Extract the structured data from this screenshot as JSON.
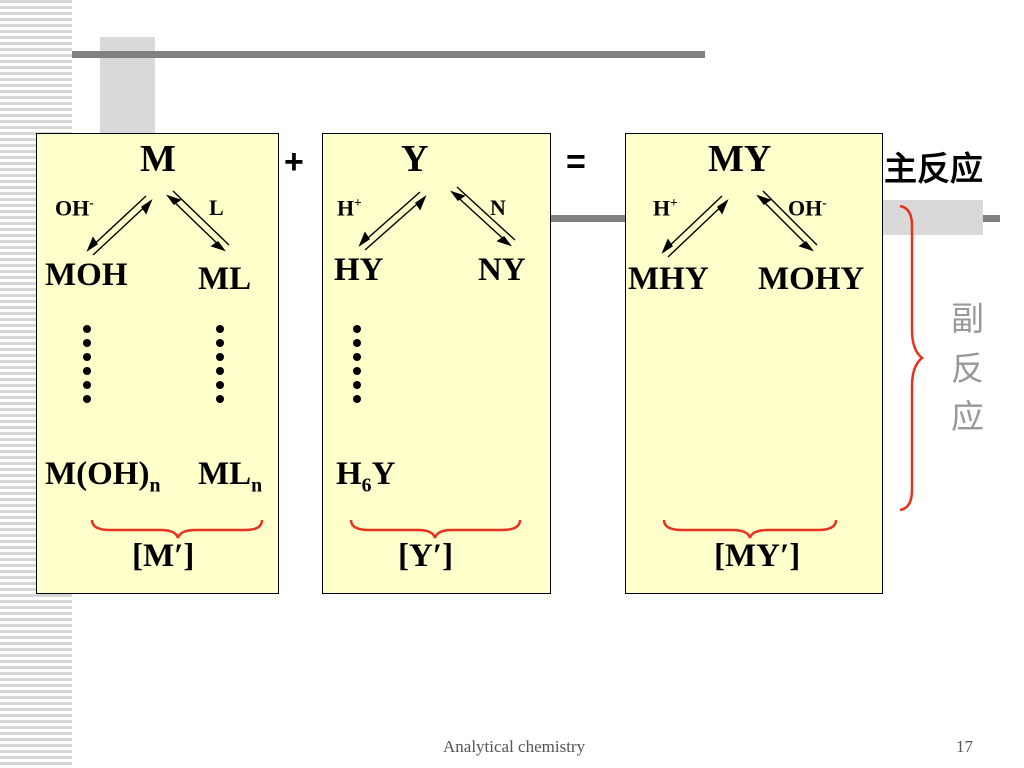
{
  "left_box": {
    "species": "M",
    "ligand_left": "OH",
    "ligand_left_sup": "-",
    "ligand_right": "L",
    "product_left": "MOH",
    "product_right": "ML",
    "end_left": "M(OH)",
    "end_left_sub": "n",
    "end_right": "ML",
    "end_right_sub": "n",
    "bracket_label": "[M′]"
  },
  "plus": "+",
  "middle_box": {
    "species": "Y",
    "ligand_left": "H",
    "ligand_left_sup": "+",
    "ligand_right": "N",
    "product_left": "HY",
    "product_right": "NY",
    "end_left": "H",
    "end_left_sub": "6",
    "end_left_tail": "Y",
    "bracket_label": "[Y′]"
  },
  "equals": "=",
  "right_box": {
    "species": "MY",
    "ligand_left": "H",
    "ligand_left_sup": "+",
    "ligand_right": "OH",
    "ligand_right_sup": "-",
    "product_left": "MHY",
    "product_right": "MOHY",
    "bracket_label": "[MY′]"
  },
  "main_reaction_label": "主反应",
  "side_reaction_label": [
    "副",
    "反",
    "应"
  ],
  "footer": {
    "title": "Analytical chemistry",
    "page": "17"
  },
  "colors": {
    "box_fill": "#ffffcc",
    "brace": "#e8321e",
    "side_label": "#999999",
    "decor_gray": "#808080"
  }
}
